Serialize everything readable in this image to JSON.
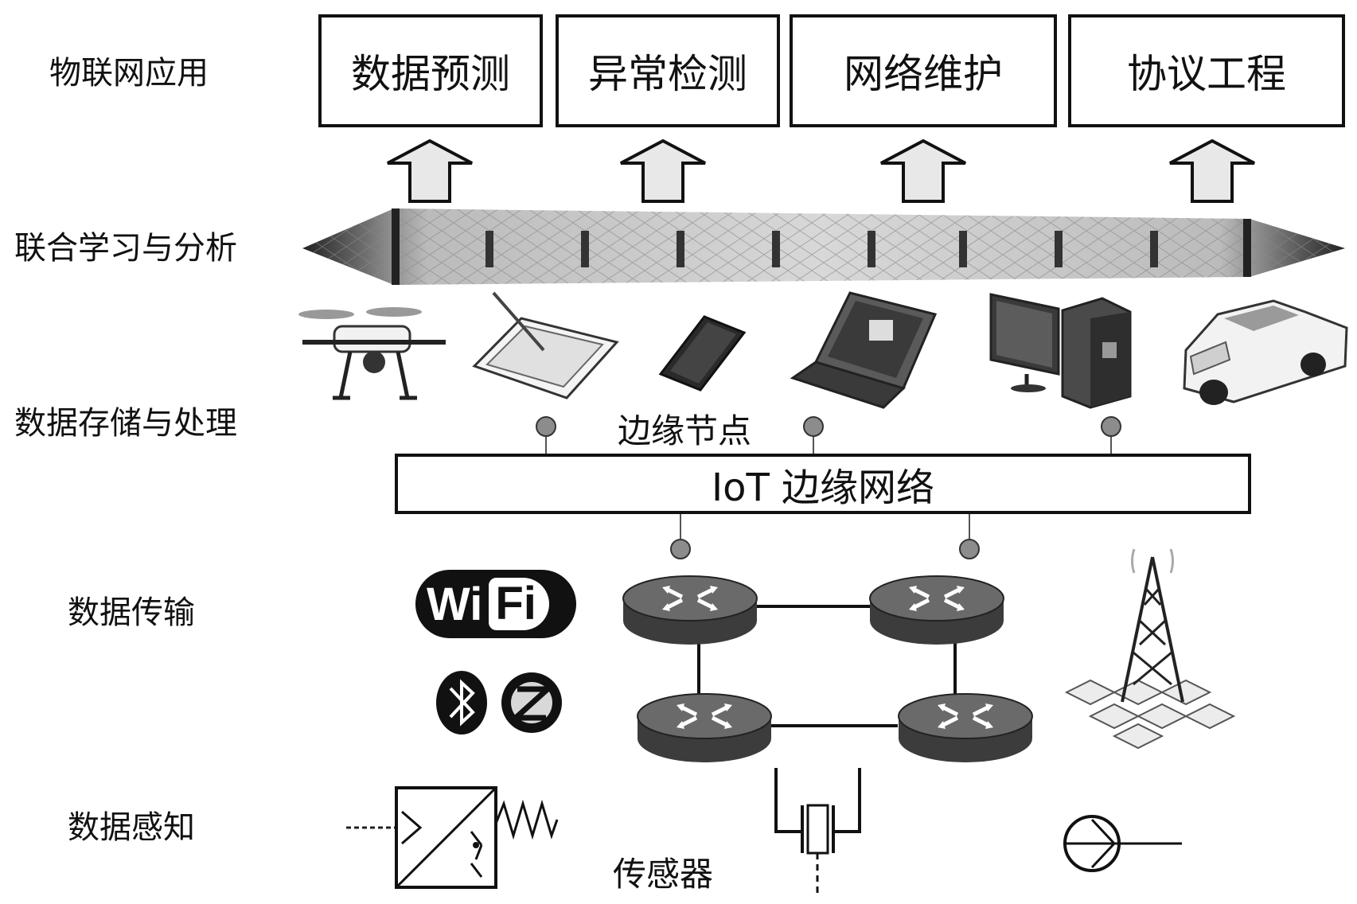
{
  "layers": {
    "iot_application": "物联网应用",
    "federated_learning": "联合学习与分析",
    "storage_processing": "数据存储与处理",
    "transmission": "数据传输",
    "sensing": "数据感知"
  },
  "applications": [
    "数据预测",
    "异常检测",
    "网络维护",
    "协议工程"
  ],
  "edge_nodes_label": "边缘节点",
  "edge_network_label": "IoT 边缘网络",
  "sensors_label": "传感器",
  "wifi": {
    "left": "Wi",
    "right": "Fi"
  },
  "colors": {
    "line": "#111111",
    "arrow_fill": "#e8e8e8",
    "node_fill": "#8c8c8c",
    "router_fill": "#5f5f5f"
  }
}
